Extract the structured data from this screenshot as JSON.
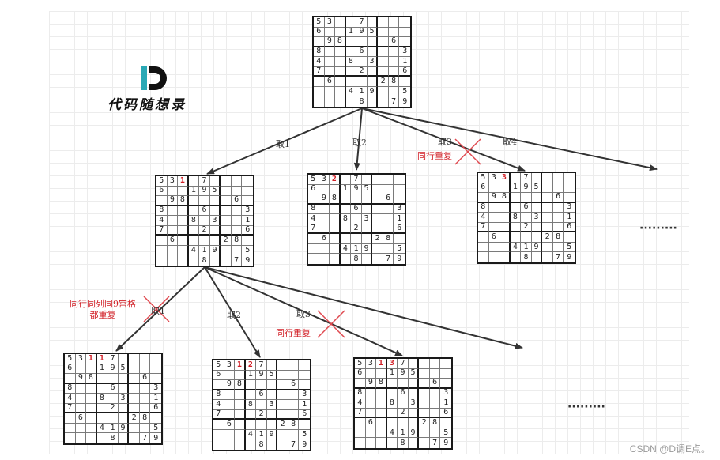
{
  "base_puzzle": [
    [
      "5",
      "3",
      "",
      "",
      "7",
      "",
      "",
      "",
      ""
    ],
    [
      "6",
      "",
      "",
      "1",
      "9",
      "5",
      "",
      "",
      ""
    ],
    [
      "",
      "9",
      "8",
      "",
      "",
      "",
      "",
      "6",
      ""
    ],
    [
      "8",
      "",
      "",
      "",
      "6",
      "",
      "",
      "",
      "3"
    ],
    [
      "4",
      "",
      "",
      "8",
      "",
      "3",
      "",
      "",
      "1"
    ],
    [
      "7",
      "",
      "",
      "",
      "2",
      "",
      "",
      "",
      "6"
    ],
    [
      "",
      "6",
      "",
      "",
      "",
      "",
      "2",
      "8",
      ""
    ],
    [
      "",
      "",
      "",
      "4",
      "1",
      "9",
      "",
      "",
      "5"
    ],
    [
      "",
      "",
      "",
      "",
      "8",
      "",
      "",
      "7",
      "9"
    ]
  ],
  "boards": [
    {
      "id": "root",
      "placed": []
    },
    {
      "id": "l1-a",
      "placed": [
        {
          "r": 0,
          "c": 2,
          "v": "1"
        }
      ]
    },
    {
      "id": "l1-b",
      "placed": [
        {
          "r": 0,
          "c": 2,
          "v": "2"
        }
      ]
    },
    {
      "id": "l1-c",
      "placed": [
        {
          "r": 0,
          "c": 2,
          "v": "3"
        }
      ]
    },
    {
      "id": "l2-a",
      "placed": [
        {
          "r": 0,
          "c": 2,
          "v": "1"
        },
        {
          "r": 0,
          "c": 3,
          "v": "1"
        }
      ]
    },
    {
      "id": "l2-b",
      "placed": [
        {
          "r": 0,
          "c": 2,
          "v": "1"
        },
        {
          "r": 0,
          "c": 3,
          "v": "2"
        }
      ]
    },
    {
      "id": "l2-c",
      "placed": [
        {
          "r": 0,
          "c": 2,
          "v": "1"
        },
        {
          "r": 0,
          "c": 3,
          "v": "3"
        }
      ]
    }
  ],
  "labels": {
    "take1_top": "取1",
    "take2_top": "取2",
    "take3_top": "取3",
    "take4_top": "取4",
    "take1_mid": "取1",
    "take2_mid": "取2",
    "take3_mid": "取3"
  },
  "notes": {
    "same_row_top": "同行重复",
    "same_all": "同行同列同9宫格\n都重复",
    "same_row_mid": "同行重复"
  },
  "ellipsis": "·········",
  "logo_text": "代码随想录",
  "watermark": "CSDN @D调E点。",
  "colors": {
    "invalid": "#d21f26",
    "line": "#333333",
    "logo_teal": "#2aa9b6"
  }
}
